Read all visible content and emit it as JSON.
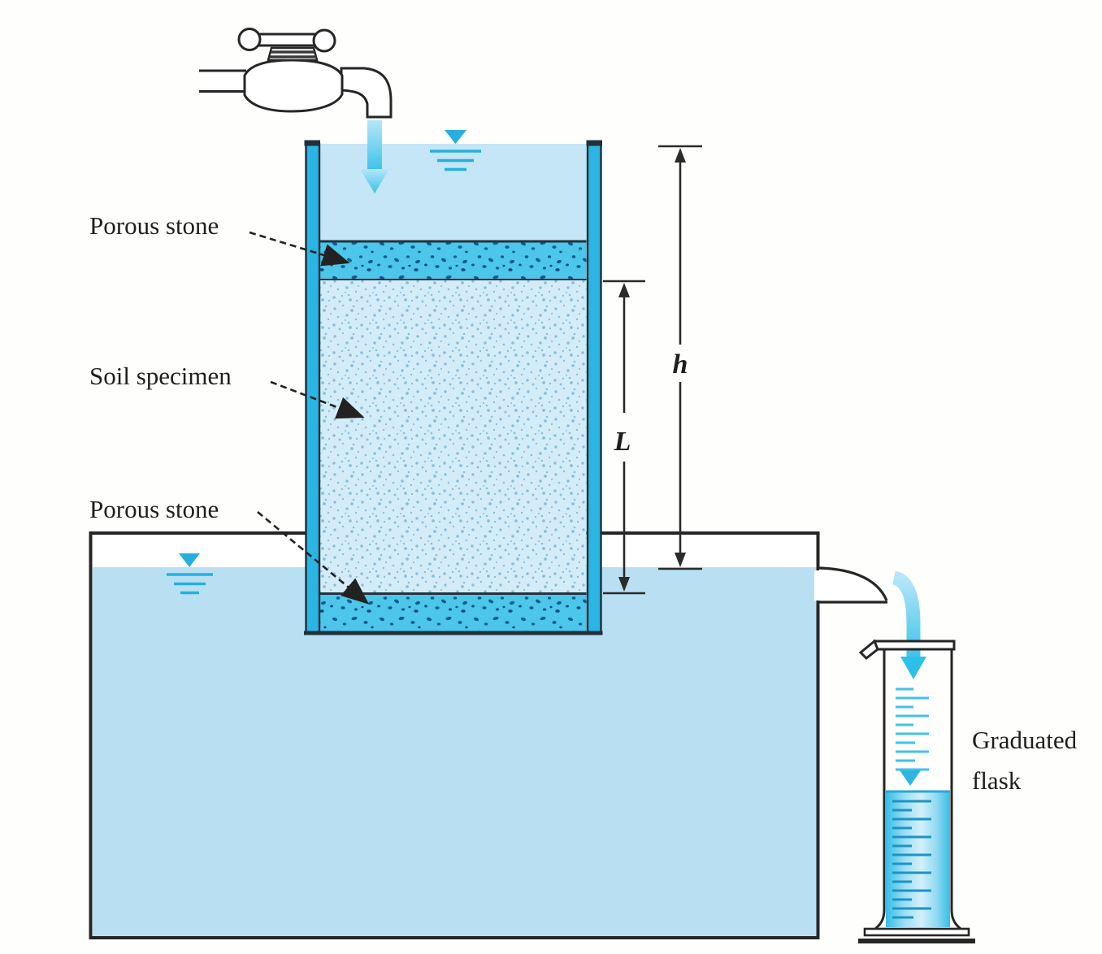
{
  "diagram": {
    "title_implied": "Constant-head permeability test apparatus",
    "labels": {
      "porous_stone_top": "Porous stone",
      "soil_specimen": "Soil specimen",
      "porous_stone_bottom": "Porous stone",
      "dim_h": "h",
      "dim_L": "L",
      "flask_line1": "Graduated",
      "flask_line2": "flask"
    },
    "icons": [
      "faucet-icon",
      "water-level-icon",
      "flow-arrow-icon",
      "dimension-arrow-icon"
    ],
    "colors": {
      "tank_water": "#b9e0f2",
      "cylinder_water": "#c4e6f6",
      "soil_fill": "#d4ecf8",
      "soil_speckle": "#7fbcda",
      "porous_fill": "#4cc6e9",
      "porous_speckle": "#0d5c95",
      "wall_cyan": "#2ab5e2",
      "flow_arrow": "#4cc8ee",
      "water_symbol": "#25b0df",
      "flask_water": "#3ec3e9",
      "outline": "#262626"
    }
  }
}
